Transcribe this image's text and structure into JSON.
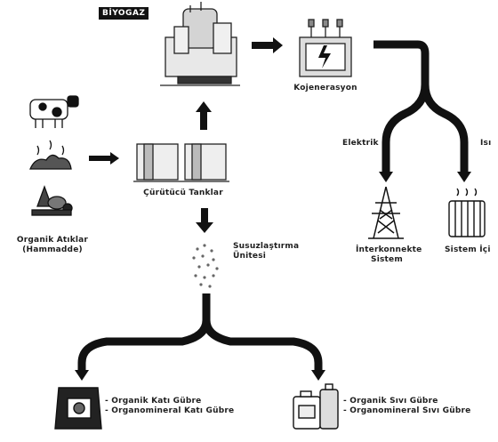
{
  "biogas_badge": "BİYOGAZ",
  "cogeneration": "Kojenerasyon",
  "electricity": "Elektrik",
  "heat": "Isı",
  "grid_line1": "İnterkonnekte",
  "grid_line2": "Sistem",
  "system_heating": "Sistem İçi",
  "digester_tanks": "Çürütücü Tanklar",
  "feedstock_line1": "Organik Atıklar",
  "feedstock_line2": "(Hammadde)",
  "dewatering_line1": "Susuzlaştırma",
  "dewatering_line2": "Ünitesi",
  "solid_fert_1": "- Organik Katı Gübre",
  "solid_fert_2": "- Organomineral Katı Gübre",
  "liquid_fert_1": "- Organik Sıvı Gübre",
  "liquid_fert_2": "- Organomineral Sıvı Gübre"
}
